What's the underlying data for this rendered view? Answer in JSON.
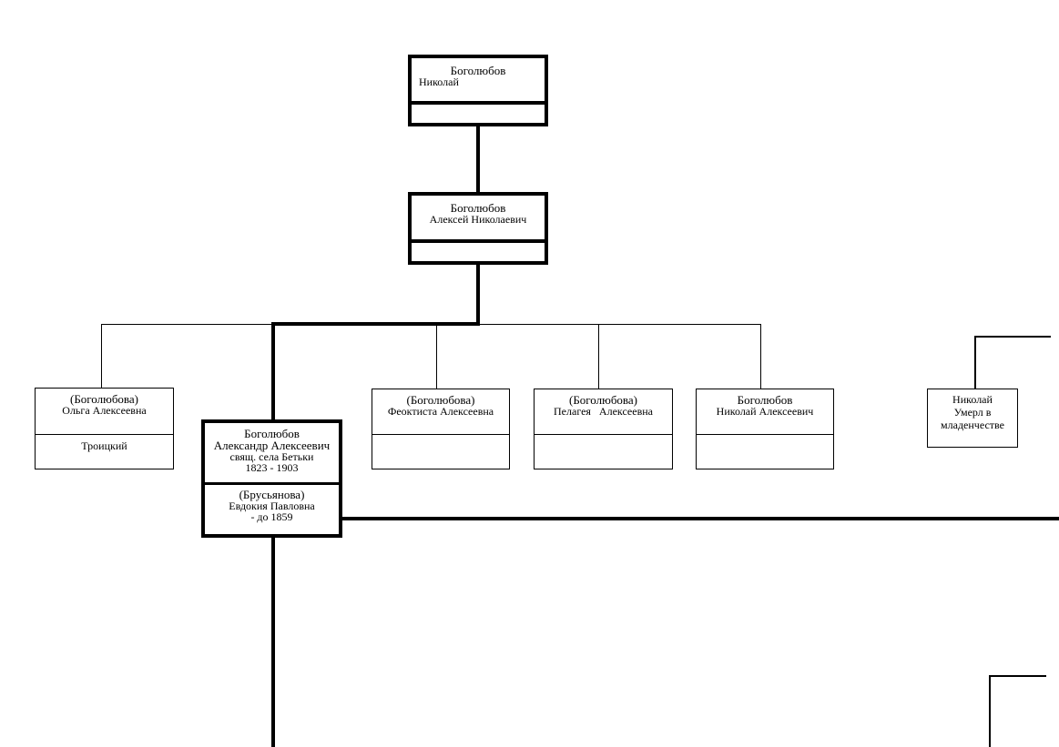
{
  "persons": {
    "nikolai_sr": {
      "surname": "Боголюбов",
      "name": "Николай",
      "spouse": ""
    },
    "aleksei": {
      "surname": "Боголюбов",
      "name": "Алексей Николаевич",
      "spouse": ""
    },
    "olga": {
      "surname": "(Боголюбова)",
      "name": "Ольга Алексеевна",
      "spouse": "Троицкий"
    },
    "aleksandr": {
      "surname": "Боголюбов",
      "name": "Александр Алексеевич",
      "note": "свящ. села Бетьки",
      "years": "1823 - 1903",
      "spouse_surname": "(Брусьянова)",
      "spouse_name": "Евдокия Павловна",
      "spouse_years": "- до 1859"
    },
    "feoktista": {
      "surname": "(Боголюбова)",
      "name": "Феоктиста Алексеевна",
      "spouse": ""
    },
    "pelageya": {
      "surname": "(Боголюбова)",
      "name": "Пелагея   Алексеевна",
      "spouse": ""
    },
    "nikolai_alekseevich": {
      "surname": "Боголюбов",
      "name": "Николай Алексеевич",
      "spouse": ""
    },
    "nikolai_infant": {
      "line1": "Николай",
      "line2": "Умерл в",
      "line3": "младенчестве"
    }
  }
}
